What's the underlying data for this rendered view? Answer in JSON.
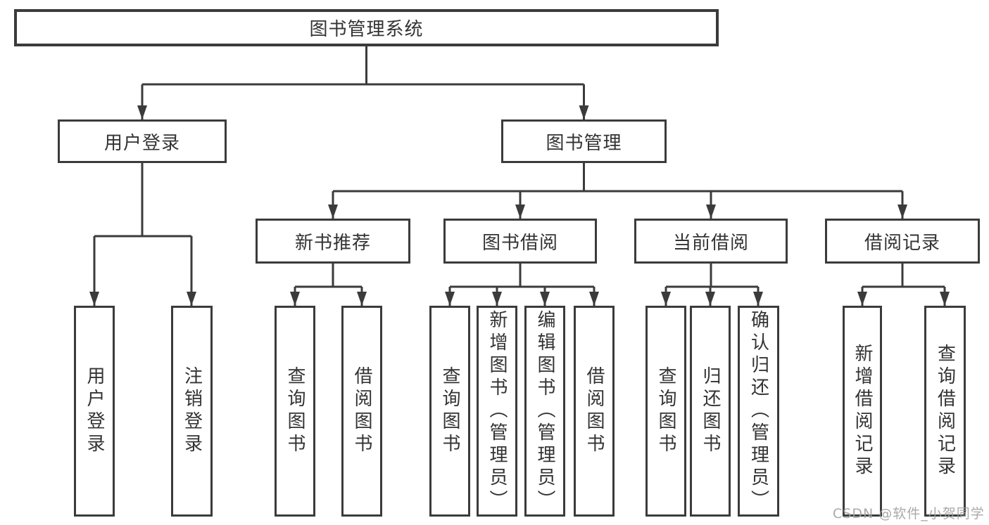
{
  "diagram_title": "图书管理系统",
  "tree": {
    "label": "图书管理系统",
    "children": [
      {
        "label": "用户登录",
        "children": [
          {
            "label": "用户登录"
          },
          {
            "label": "注销登录"
          }
        ]
      },
      {
        "label": "图书管理",
        "children": [
          {
            "label": "新书推荐",
            "children": [
              {
                "label": "查询图书"
              },
              {
                "label": "借阅图书"
              }
            ]
          },
          {
            "label": "图书借阅",
            "children": [
              {
                "label": "查询图书"
              },
              {
                "label": "新增图书（管理员）"
              },
              {
                "label": "编辑图书（管理员）"
              },
              {
                "label": "借阅图书"
              }
            ]
          },
          {
            "label": "当前借阅",
            "children": [
              {
                "label": "查询图书"
              },
              {
                "label": "归还图书"
              },
              {
                "label": "确认归还（管理员）"
              }
            ]
          },
          {
            "label": "借阅记录",
            "children": [
              {
                "label": "新增借阅记录"
              },
              {
                "label": "查询借阅记录"
              }
            ]
          }
        ]
      }
    ]
  },
  "watermark": "CSDN @软件_小贺同学",
  "colors": {
    "line": "#3b3b3b",
    "text": "#333333",
    "watermark": "#a0a0a0",
    "background": "#ffffff"
  }
}
